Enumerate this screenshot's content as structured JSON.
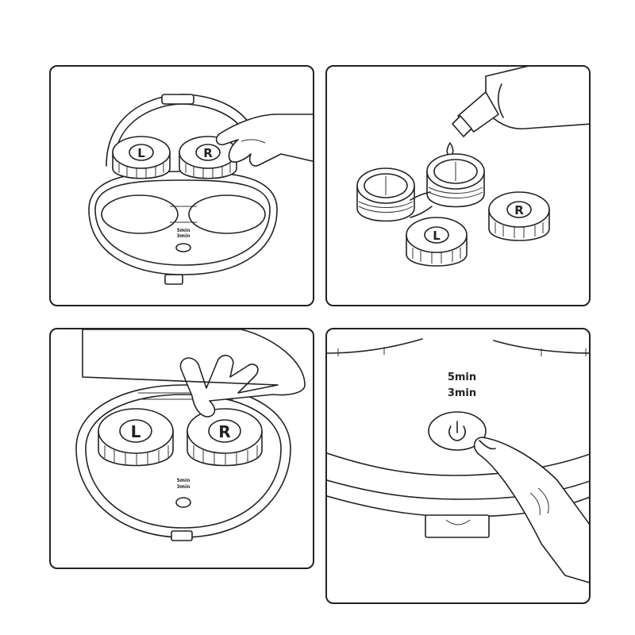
{
  "steps": [
    {
      "caps": {
        "left": "L",
        "right": "R"
      },
      "timer": {
        "line1": "5min",
        "line2": "3min"
      }
    },
    {
      "caps": {
        "left": "L",
        "right": "R"
      }
    },
    {
      "caps": {
        "left": "L",
        "right": "R"
      },
      "timer": {
        "line1": "5min",
        "line2": "3min"
      }
    },
    {
      "timer": {
        "line1": "5min",
        "line2": "3min"
      },
      "icons": {
        "power": "power-icon"
      }
    }
  ],
  "colors": {
    "line": "#222222",
    "background": "#ffffff"
  }
}
